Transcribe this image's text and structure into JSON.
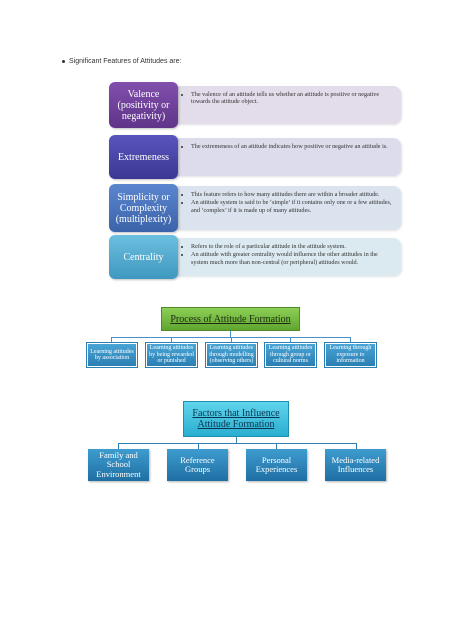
{
  "intro": {
    "text": "Significant Features of Attitudes are:"
  },
  "features": [
    {
      "label": "Valence (positivity or negativity)",
      "color": "#6d3f98",
      "panel_color": "#e3dcea",
      "points": [
        "The valence of an attitude tells us whether an attitude is positive or negative towards the attitude object."
      ]
    },
    {
      "label": "Extremeness",
      "color": "#4a45a8",
      "panel_color": "#dcdcec",
      "points": [
        "The extremeness of an attitude indicates how positive or negative an attitude is."
      ]
    },
    {
      "label": "Simplicity or Complexity (multiplexity)",
      "color": "#4a73bf",
      "panel_color": "#dbe3ee",
      "points": [
        "This feature refers to how many attitudes there are within a broader attitude.",
        "An attitude system is said to be ‘simple’ if it contains only one or a few attitudes, and ‘complex’ if it is made up of many attitudes."
      ]
    },
    {
      "label": "Centrality",
      "color": "#5aaecf",
      "panel_color": "#daeaf0",
      "points": [
        "Refers to the role of a particular attitude in the attitude system.",
        "An attitude with greater centrality would influence the other attitudes in the system much more than non-central (or peripheral) attitudes would."
      ]
    }
  ],
  "process": {
    "title": "Process of Attitude Formation",
    "items": [
      "Learning attitudes by association",
      "Learning attitudes by being rewarded or punished",
      "Learning attitudes through modelling (observing others)",
      "Learning attitudes through group or cultural norms",
      "Learning through exposure to information"
    ]
  },
  "factors": {
    "title": "Factors that Influence Attitude Formation",
    "items": [
      "Family and School Environment",
      "Reference Groups",
      "Personal Experiences",
      "Media-related Influences"
    ]
  }
}
